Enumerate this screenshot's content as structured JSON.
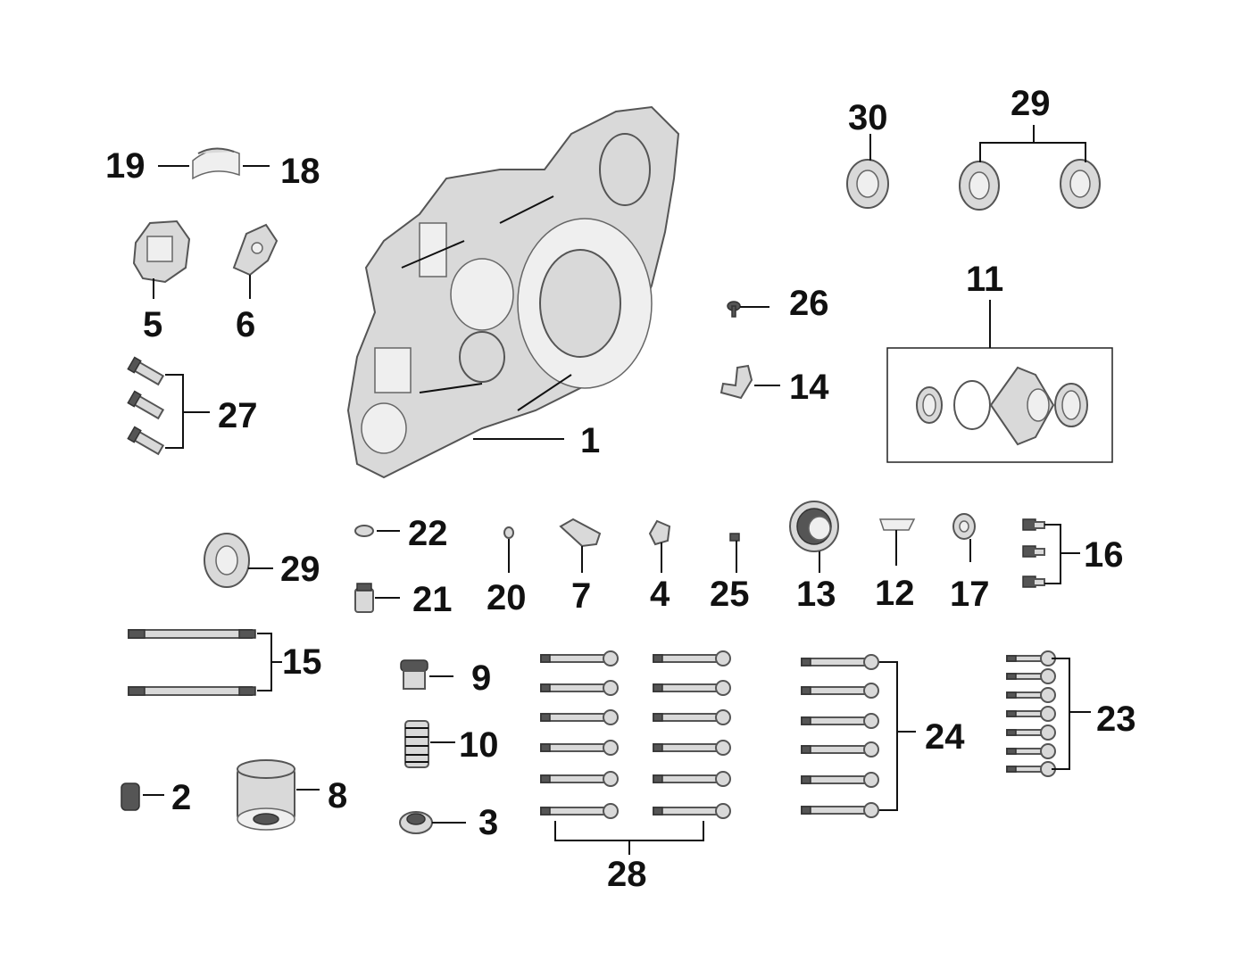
{
  "labels": {
    "c1": "1",
    "c2": "2",
    "c3": "3",
    "c4": "4",
    "c5": "5",
    "c6": "6",
    "c7": "7",
    "c8": "8",
    "c9": "9",
    "c10": "10",
    "c11": "11",
    "c12": "12",
    "c13": "13",
    "c14": "14",
    "c15": "15",
    "c16": "16",
    "c17": "17",
    "c18": "18",
    "c19": "19",
    "c20": "20",
    "c21": "21",
    "c22": "22",
    "c23": "23",
    "c24": "24",
    "c25": "25",
    "c26": "26",
    "c27": "27",
    "c28": "28",
    "c29a": "29",
    "c29b": "29",
    "c30": "30"
  },
  "part_icons": [
    "crankcase-icon",
    "bearing-icon",
    "cover-plate-icon",
    "bracket-icon",
    "bolt-icon",
    "stud-icon",
    "oil-filter-icon",
    "plug-icon",
    "spring-icon",
    "seal-housing-icon",
    "gear-icon",
    "washer-icon",
    "key-icon",
    "dowel-icon"
  ],
  "colors": {
    "line": "#111111",
    "part_fill": "#d9d9d9",
    "part_stroke": "#555555"
  }
}
